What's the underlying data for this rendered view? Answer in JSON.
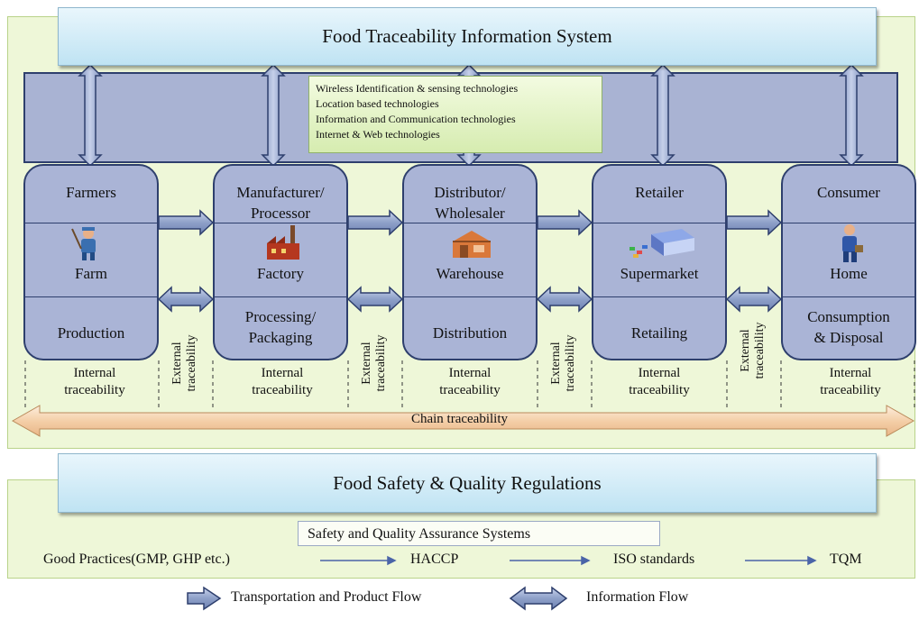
{
  "header": {
    "title": "Food Traceability Information System"
  },
  "technologies": [
    "Wireless Identification & sensing technologies",
    "Location based technologies",
    "Information and Communication technologies",
    "Internet & Web technologies"
  ],
  "stages": [
    {
      "actor_lines": [
        "Farmers"
      ],
      "site": "Farm",
      "activity_lines": [
        "Production"
      ],
      "icon": "farmer-icon"
    },
    {
      "actor_lines": [
        "Manufacturer/",
        "Processor"
      ],
      "site": "Factory",
      "activity_lines": [
        "Processing/",
        "Packaging"
      ],
      "icon": "factory-icon"
    },
    {
      "actor_lines": [
        "Distributor/",
        "Wholesaler"
      ],
      "site": "Warehouse",
      "activity_lines": [
        "Distribution"
      ],
      "icon": "warehouse-icon"
    },
    {
      "actor_lines": [
        "Retailer"
      ],
      "site": "Supermarket",
      "activity_lines": [
        "Retailing"
      ],
      "icon": "supermarket-icon"
    },
    {
      "actor_lines": [
        "Consumer"
      ],
      "site": "Home",
      "activity_lines": [
        "Consumption",
        "& Disposal"
      ],
      "icon": "consumer-icon"
    }
  ],
  "internal_traceability": [
    "Internal",
    "traceability"
  ],
  "external_traceability": [
    "External",
    "traceability"
  ],
  "chain_traceability": "Chain traceability",
  "regulations": {
    "title": "Food Safety & Quality Regulations",
    "assurance_label": "Safety and Quality Assurance Systems",
    "progression": [
      "Good Practices(GMP, GHP etc.)",
      "HACCP",
      "ISO standards",
      "TQM"
    ]
  },
  "legend": {
    "product_flow": "Transportation and Product Flow",
    "information_flow": "Information Flow"
  },
  "colors": {
    "panel": "#eef7d8",
    "stage_fill": "#aab4d6",
    "stage_border": "#2e3f6d",
    "arrow_fill": "#8ea0c8",
    "chain_arrow": "#f7d8b8",
    "title_fill": "#bfe3f3"
  }
}
